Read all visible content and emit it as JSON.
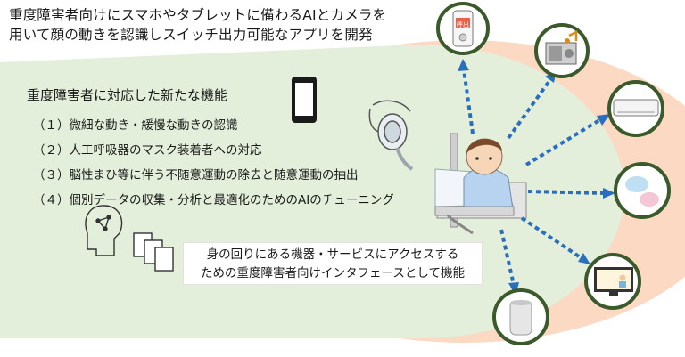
{
  "title_line1": "重度障害者向けにスマホやタブレットに備わるAIとカメラを",
  "title_line2": "用いて顔の動きを認識しスイッチ出力可能なアプリを開発",
  "features_title": "重度障害者に対応した新たな機能",
  "features": [
    "（１）微細な動き・緩慢な動きの認識",
    "（２）人工呼吸器のマスク装着者への対応",
    "（３）脳性まひ等に伴う不随意運動の除去と随意運動の抽出",
    "（４）個別データの収集・分析と最適化のためのAIのチューニング"
  ],
  "bubble_line1": "身の回りにある機器・サービスにアクセスする",
  "bubble_line2": "ための重度障害者向けインタフェースとして機能",
  "nurse_call_label": "呼出",
  "colors": {
    "outer_ellipse": "#fbd9c2",
    "inner_area": "#e3efda",
    "circle_border": "#3b5a2b",
    "arrow": "#2a6fbd"
  },
  "icons": [
    "smartphone-icon",
    "ventilator-mask-icon",
    "patient-in-bed-icon",
    "ai-head-icon",
    "documents-icon",
    "nurse-call-icon",
    "radio-icon",
    "air-conditioner-icon",
    "speech-bubbles-icon",
    "monitor-icon",
    "smart-speaker-icon"
  ]
}
